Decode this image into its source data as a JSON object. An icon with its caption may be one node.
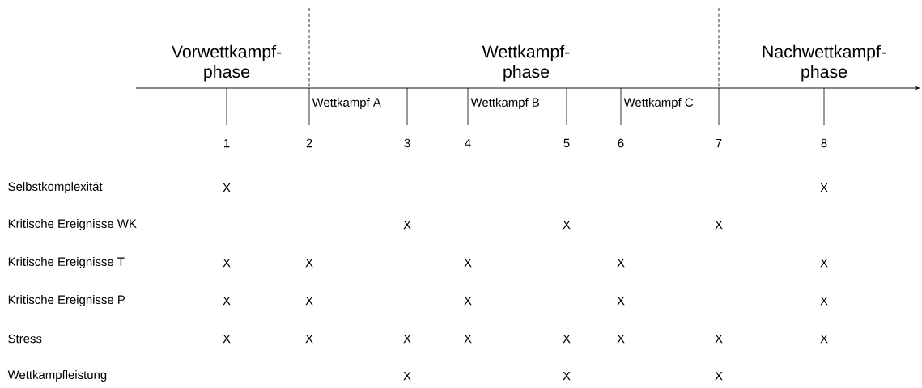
{
  "diagram": {
    "labels": [
      "Vorwettkampf- phase",
      "Wettkampf- phase",
      "Nachwettkampf- phase",
      "Wettkampf A",
      "Wettkampf B",
      "Wettkampf C",
      "1",
      "2",
      "3",
      "4",
      "5",
      "6",
      "7",
      "8",
      "Selbstkomplexität",
      "X",
      "X",
      "Kritische Ereignisse WK",
      "X",
      "X",
      "X",
      "Kritische Ereignisse T",
      "X",
      "X",
      "X",
      "X",
      "X",
      "Kritische Ereignisse P",
      "X",
      "X",
      "X",
      "X",
      "X",
      "Stress",
      "X",
      "X",
      "X",
      "X",
      "X",
      "X",
      "X",
      "X",
      "Wettkampfleistung",
      "X",
      "X",
      "X"
    ]
  }
}
